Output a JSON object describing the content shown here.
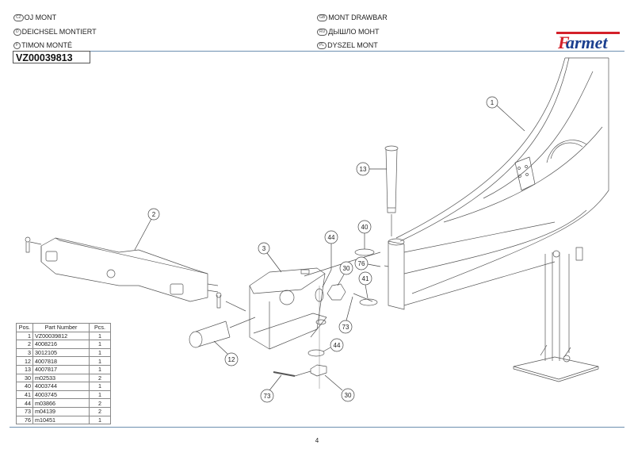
{
  "header": {
    "titles": [
      {
        "code": "CZ",
        "text": "OJ MONT"
      },
      {
        "code": "D",
        "text": "DEICHSEL MONTIERT"
      },
      {
        "code": "F",
        "text": "TIMON MONTÉ"
      },
      {
        "code": "GB",
        "text": "MONT DRAWBAR"
      },
      {
        "code": "RU",
        "text": "ДЫШЛО МОНТ"
      },
      {
        "code": "PL",
        "text": "DYSZEL MONT"
      }
    ],
    "document_number": "VZ00039813",
    "logo_text": "Farmet",
    "brand_colors": {
      "logo_blue": "#1b3f8f",
      "logo_red": "#d4202a",
      "rule": "#6d8fb0"
    }
  },
  "parts_table": {
    "columns": [
      "Pos.",
      "Part Number",
      "Pcs."
    ],
    "rows": [
      {
        "pos": "1",
        "part": "VZ00039812",
        "pcs": "1"
      },
      {
        "pos": "2",
        "part": "4008216",
        "pcs": "1"
      },
      {
        "pos": "3",
        "part": "3012105",
        "pcs": "1"
      },
      {
        "pos": "12",
        "part": "4007818",
        "pcs": "1"
      },
      {
        "pos": "13",
        "part": "4007817",
        "pcs": "1"
      },
      {
        "pos": "30",
        "part": "m02533",
        "pcs": "2"
      },
      {
        "pos": "40",
        "part": "4003744",
        "pcs": "1"
      },
      {
        "pos": "41",
        "part": "4003745",
        "pcs": "1"
      },
      {
        "pos": "44",
        "part": "m03866",
        "pcs": "2"
      },
      {
        "pos": "73",
        "part": "m04139",
        "pcs": "2"
      },
      {
        "pos": "76",
        "part": "m10451",
        "pcs": "1"
      }
    ]
  },
  "callouts": [
    {
      "label": "1"
    },
    {
      "label": "2"
    },
    {
      "label": "3"
    },
    {
      "label": "12"
    },
    {
      "label": "13"
    },
    {
      "label": "40"
    },
    {
      "label": "44"
    },
    {
      "label": "30"
    },
    {
      "label": "76"
    },
    {
      "label": "41"
    },
    {
      "label": "73"
    },
    {
      "label": "44"
    },
    {
      "label": "30"
    },
    {
      "label": "73"
    }
  ],
  "footer": {
    "page_number": "4"
  }
}
